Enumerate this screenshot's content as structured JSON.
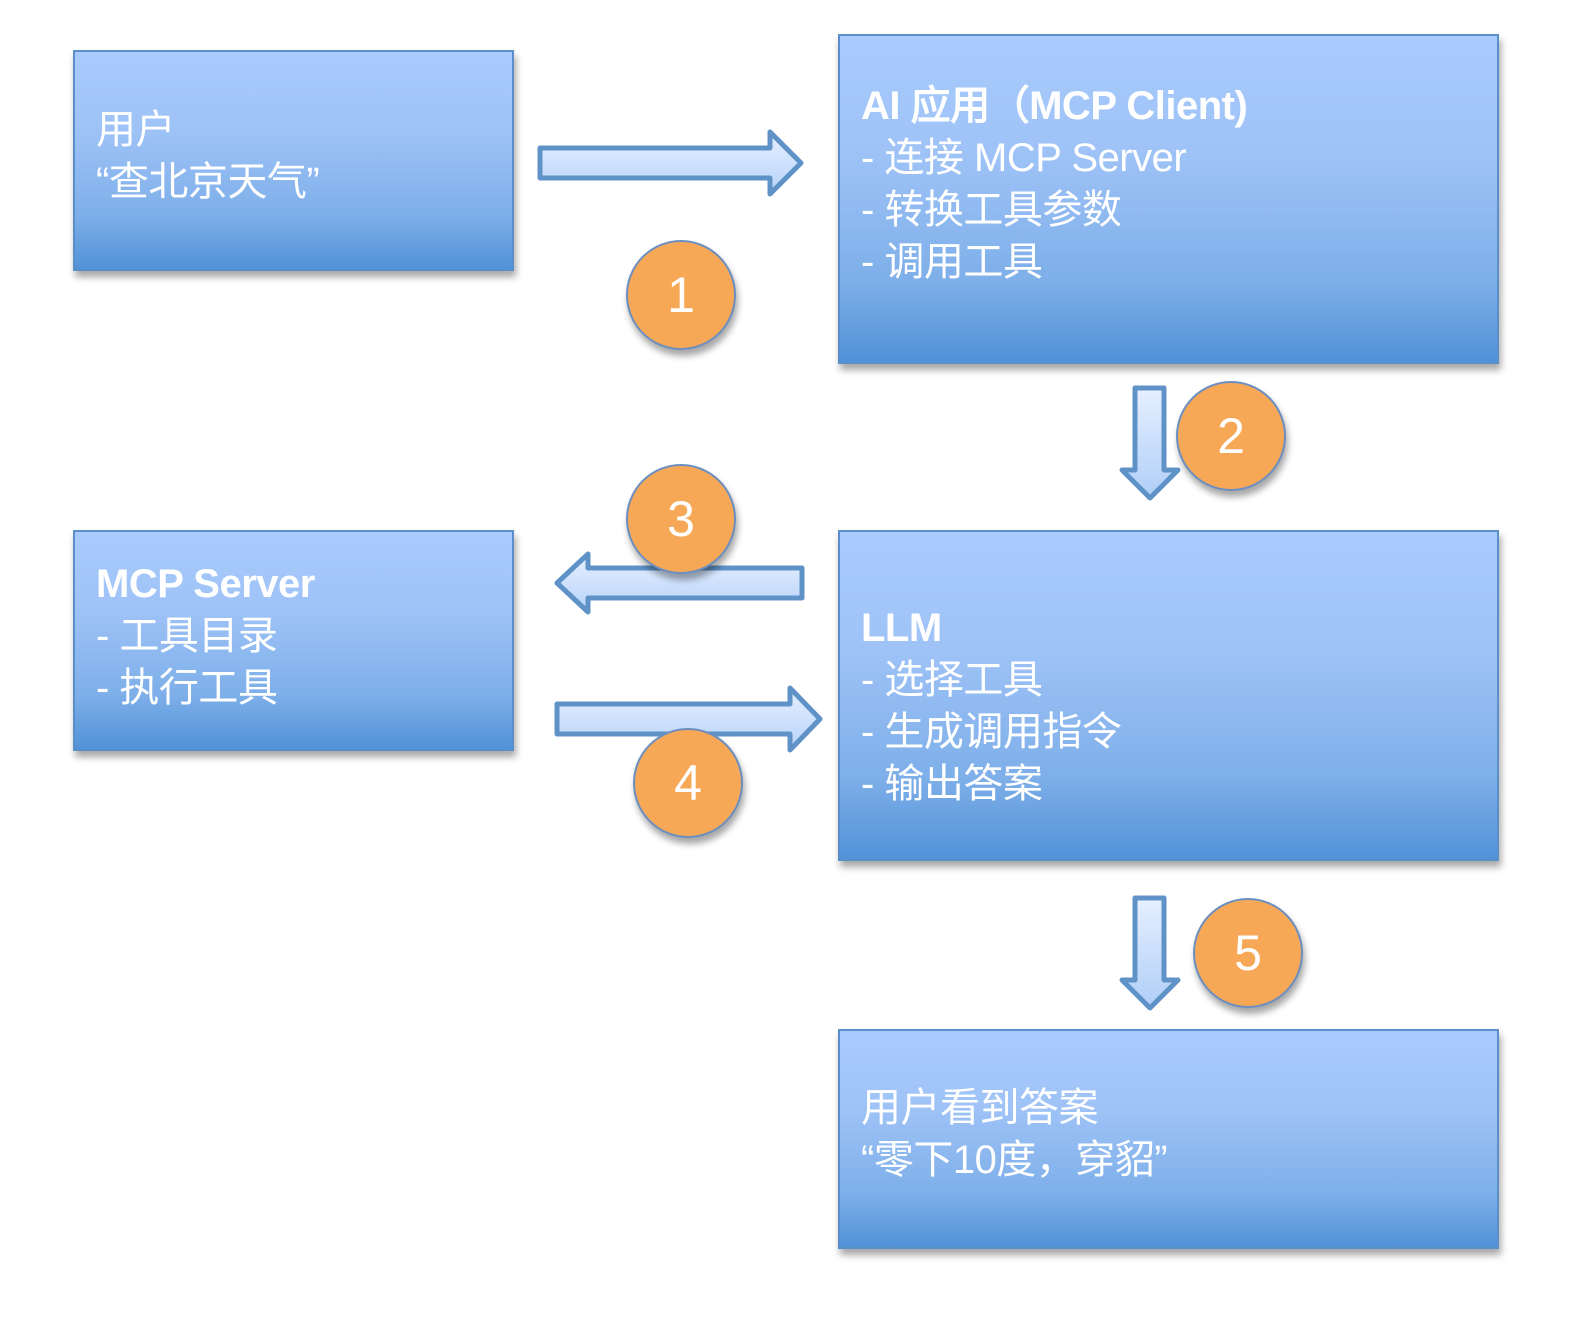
{
  "colors": {
    "box_top": "#a9cbfd",
    "box_bottom": "#5192d8",
    "box_border": "#5a8fc9",
    "arrow_fill_light": "#e4efff",
    "arrow_fill_dark": "#bcd6fb",
    "arrow_stroke": "#5f93c8",
    "step_fill": "#f7a857",
    "text": "#ffffff"
  },
  "nodes": {
    "user": {
      "lines": [
        "用户",
        "“查北京天气”"
      ]
    },
    "client": {
      "title": "AI 应用（MCP Client)",
      "items": [
        "- 连接 MCP Server",
        "- 转换工具参数",
        "- 调用工具"
      ]
    },
    "server": {
      "title": "MCP Server",
      "items": [
        "- 工具目录",
        "- 执行工具"
      ]
    },
    "llm": {
      "title": "LLM",
      "items": [
        "- 选择工具",
        "- 生成调用指令",
        "- 输出答案"
      ]
    },
    "answer": {
      "lines": [
        "用户看到答案",
        "“零下10度，穿貂”"
      ]
    }
  },
  "edges": [
    {
      "step": "1",
      "from": "user",
      "to": "client",
      "direction": "right"
    },
    {
      "step": "2",
      "from": "client",
      "to": "llm",
      "direction": "down"
    },
    {
      "step": "3",
      "from": "llm",
      "to": "server",
      "direction": "left"
    },
    {
      "step": "4",
      "from": "server",
      "to": "llm",
      "direction": "right"
    },
    {
      "step": "5",
      "from": "llm",
      "to": "answer",
      "direction": "down"
    }
  ]
}
